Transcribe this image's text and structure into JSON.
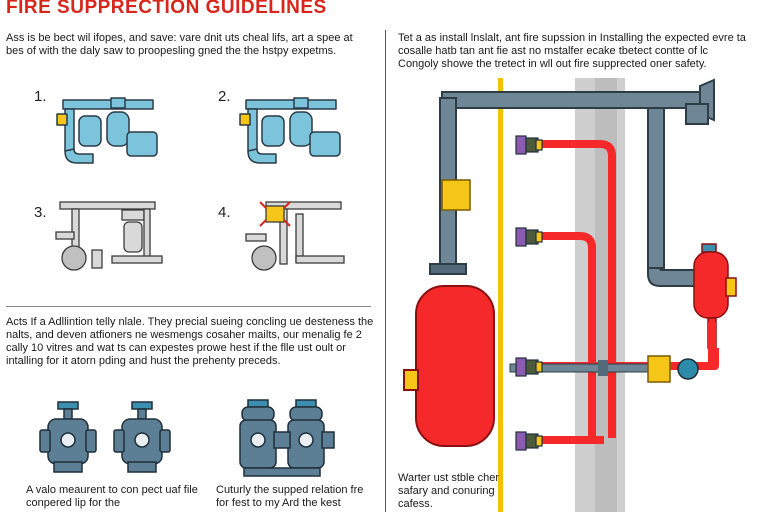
{
  "page": {
    "title": "FIRE SUPPRECTION GUIDELINES"
  },
  "left_panel": {
    "intro": "Ass is be bect wil ifopes, and save: vare dnit uts cheal lifs, art a spee at bes of with the daly saw to proopesling gned the the hstpy expetms.",
    "steps": [
      {
        "number": "1."
      },
      {
        "number": "2."
      },
      {
        "number": "3."
      },
      {
        "number": "4."
      }
    ],
    "middle_text": "Acts If a Adllintion telly nlale. They precial sueing concling ue desteness the nalts, and deven atfioners ne wesmengs cosaher mailts, our menalig fe 2 cally 10 vitres and wat ts can expestes prowe hest if the flle ust oult or intalling for it atorn pding and hust the prehenty preceds.",
    "captions": [
      "A valo meaurent to con pect uaf file conpered lip for the",
      "Cuturly the supped relation fre for fest to my Ard the kest"
    ]
  },
  "right_panel": {
    "intro": "Tet a as install lnslalt, ant fire supssion in Installing the expected evre ta cosalle hatb tan ant fie ast no mstalfer ecake tbetect contte of lc Congoly showe the tretect in wll out fire supprected oner safety.",
    "caption": "Warter ust stble cher safary and conuring cafess."
  },
  "colors": {
    "title_red": "#d9261c",
    "pipe_blue": "#7cc4dc",
    "pipe_grey": "#6f8696",
    "tank_red": "#f5282a",
    "valve_yellow": "#f5c518",
    "guide_yellow": "#f2c200",
    "riser_grey": "#cccccc",
    "hydrant_blue": "#5d7f95"
  }
}
